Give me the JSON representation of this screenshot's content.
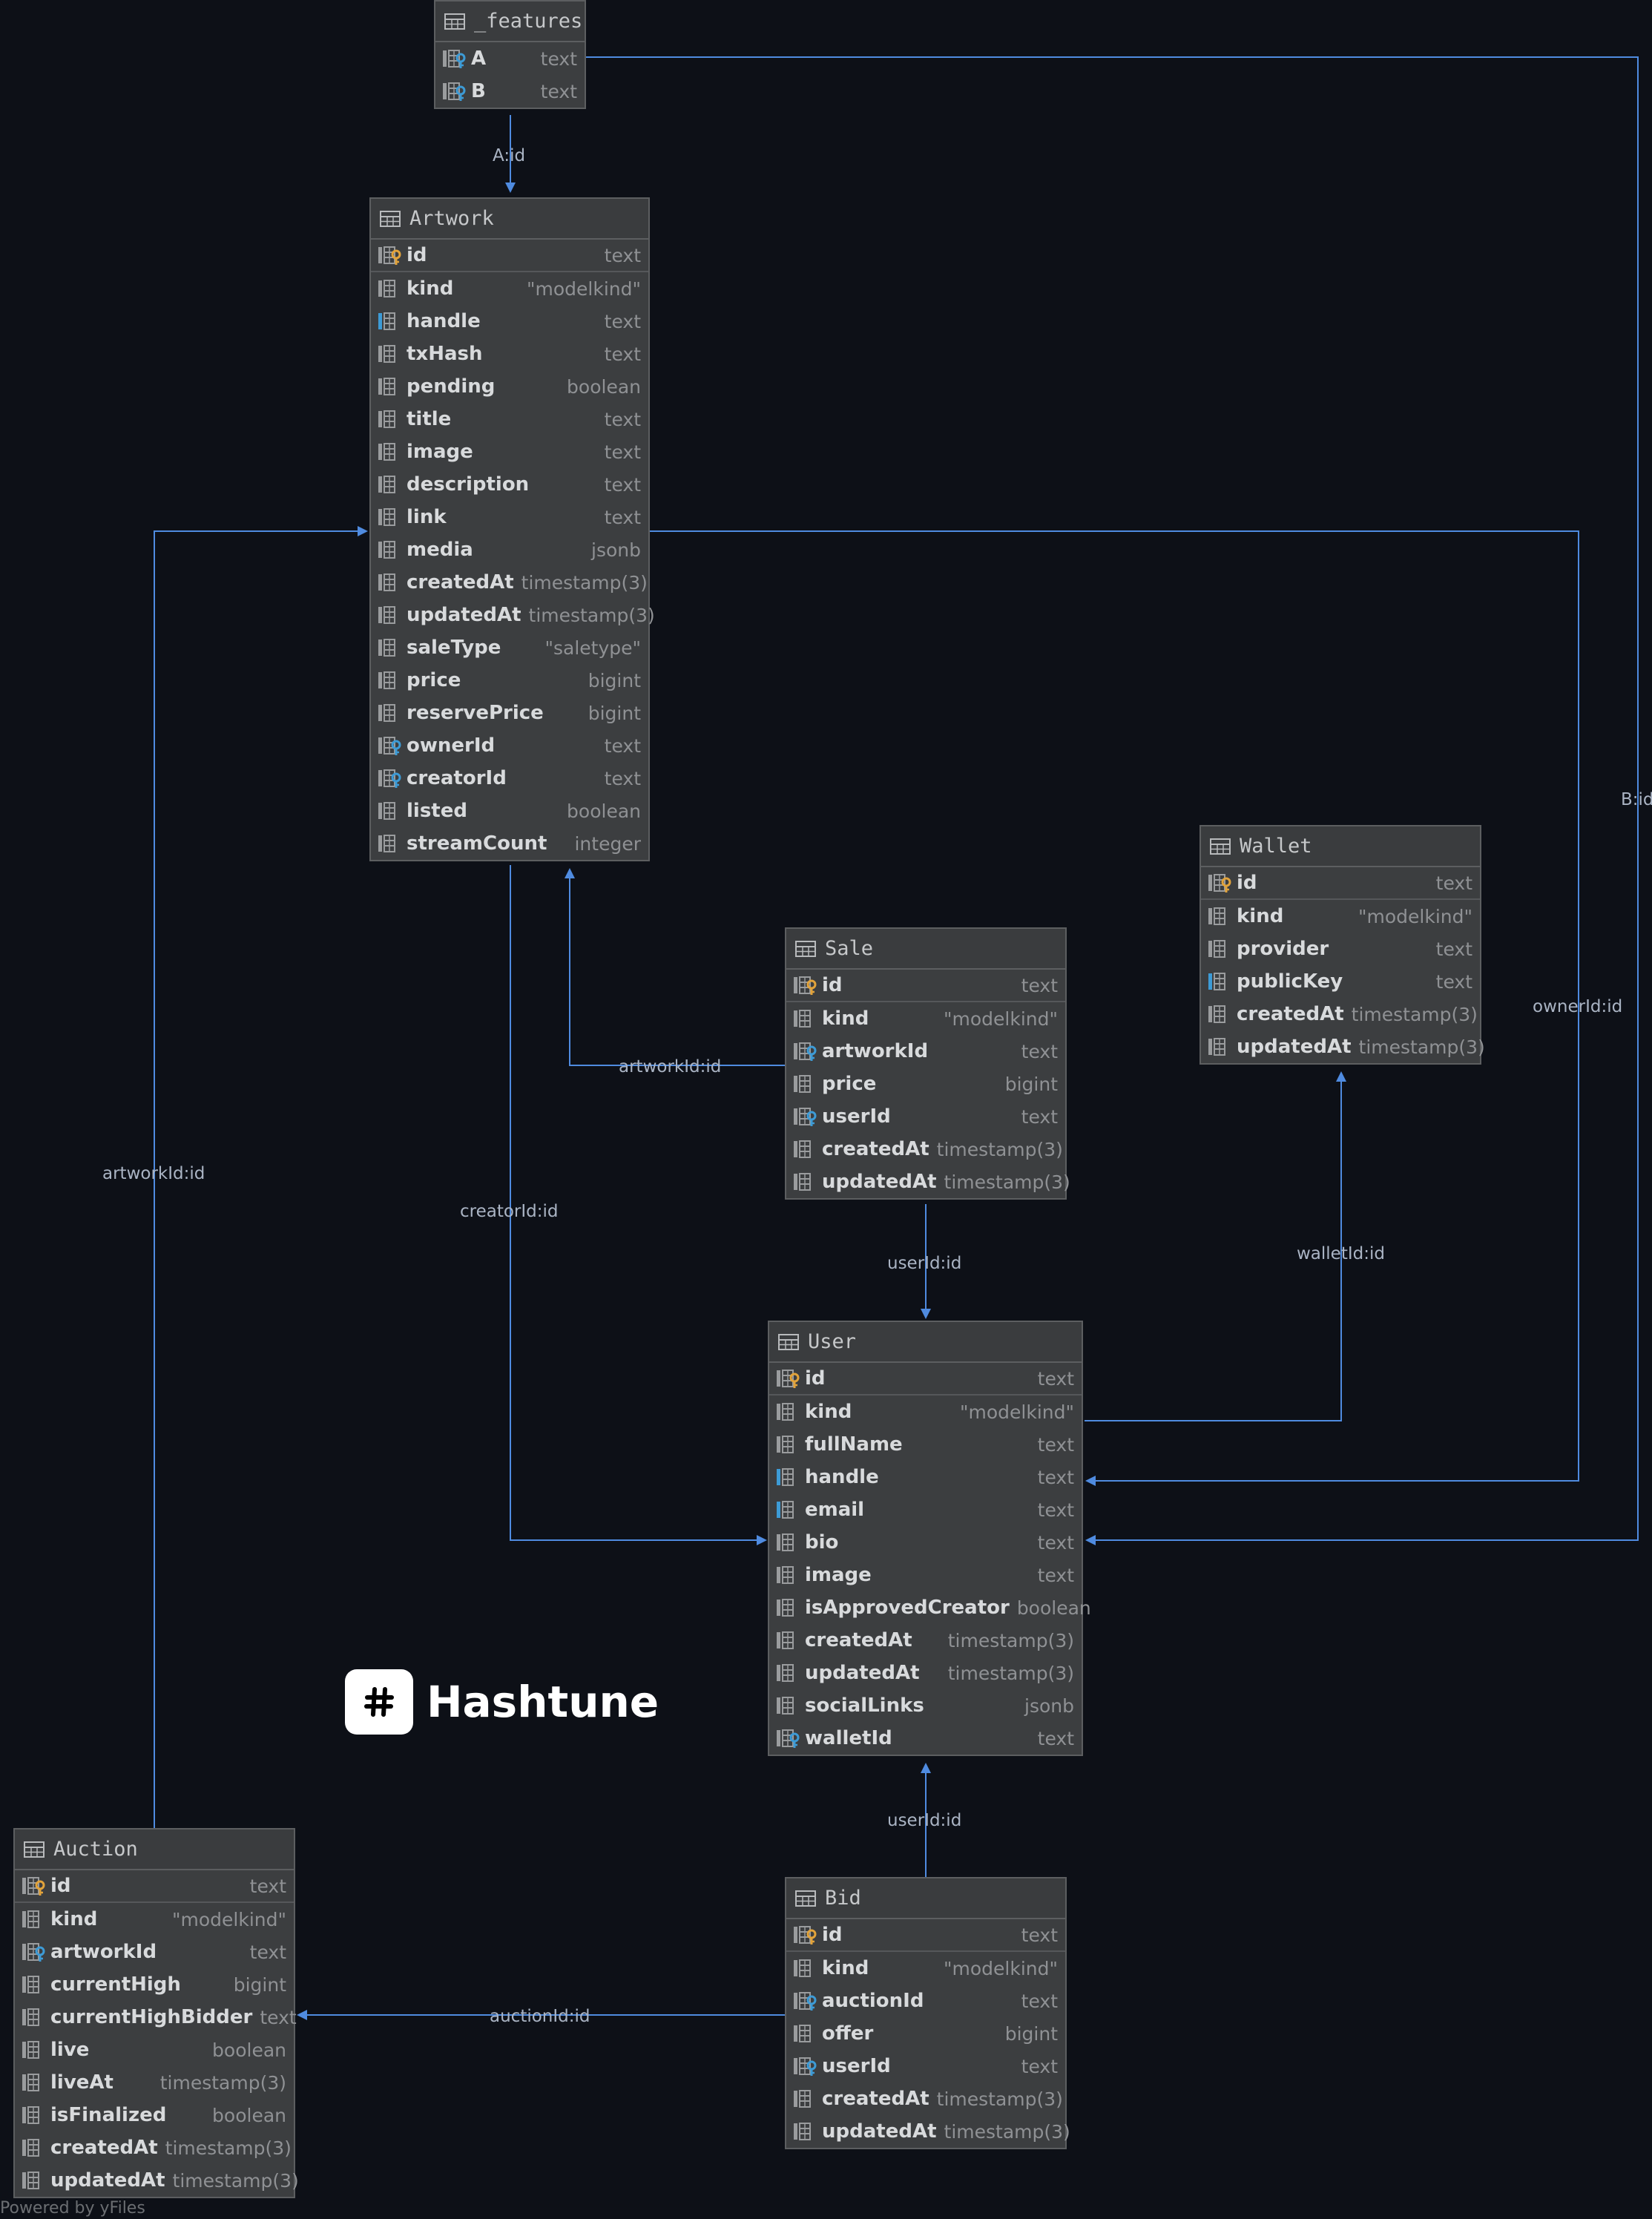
{
  "edge_labels": {
    "features_artwork": "A:id",
    "features_user": "B:id",
    "artwork_user_creator": "creatorId:id",
    "artwork_user_owner": "ownerId:id",
    "sale_artwork": "artworkId:id",
    "sale_user": "userId:id",
    "user_wallet": "walletId:id",
    "auction_artwork": "artworkId:id",
    "bid_user": "userId:id",
    "bid_auction": "auctionId:id"
  },
  "tables": [
    {
      "name": "_features",
      "columns": [
        {
          "name": "A",
          "type": "text",
          "icon": "fk"
        },
        {
          "name": "B",
          "type": "text",
          "icon": "fk"
        }
      ]
    },
    {
      "name": "Artwork",
      "columns": [
        {
          "name": "id",
          "type": "text",
          "icon": "pk"
        },
        {
          "name": "kind",
          "type": "\"modelkind\"",
          "icon": "req"
        },
        {
          "name": "handle",
          "type": "text",
          "icon": "idx"
        },
        {
          "name": "txHash",
          "type": "text",
          "icon": "req"
        },
        {
          "name": "pending",
          "type": "boolean",
          "icon": "req"
        },
        {
          "name": "title",
          "type": "text",
          "icon": "req"
        },
        {
          "name": "image",
          "type": "text",
          "icon": "req"
        },
        {
          "name": "description",
          "type": "text",
          "icon": "req"
        },
        {
          "name": "link",
          "type": "text",
          "icon": "req"
        },
        {
          "name": "media",
          "type": "jsonb",
          "icon": "req"
        },
        {
          "name": "createdAt",
          "type": "timestamp(3)",
          "icon": "req"
        },
        {
          "name": "updatedAt",
          "type": "timestamp(3)",
          "icon": "req"
        },
        {
          "name": "saleType",
          "type": "\"saletype\"",
          "icon": "req"
        },
        {
          "name": "price",
          "type": "bigint",
          "icon": "col"
        },
        {
          "name": "reservePrice",
          "type": "bigint",
          "icon": "col"
        },
        {
          "name": "ownerId",
          "type": "text",
          "icon": "fk"
        },
        {
          "name": "creatorId",
          "type": "text",
          "icon": "fk"
        },
        {
          "name": "listed",
          "type": "boolean",
          "icon": "req"
        },
        {
          "name": "streamCount",
          "type": "integer",
          "icon": "req"
        }
      ]
    },
    {
      "name": "Wallet",
      "columns": [
        {
          "name": "id",
          "type": "text",
          "icon": "pk"
        },
        {
          "name": "kind",
          "type": "\"modelkind\"",
          "icon": "req"
        },
        {
          "name": "provider",
          "type": "text",
          "icon": "req"
        },
        {
          "name": "publicKey",
          "type": "text",
          "icon": "idx"
        },
        {
          "name": "createdAt",
          "type": "timestamp(3)",
          "icon": "req"
        },
        {
          "name": "updatedAt",
          "type": "timestamp(3)",
          "icon": "req"
        }
      ]
    },
    {
      "name": "Sale",
      "columns": [
        {
          "name": "id",
          "type": "text",
          "icon": "pk"
        },
        {
          "name": "kind",
          "type": "\"modelkind\"",
          "icon": "req"
        },
        {
          "name": "artworkId",
          "type": "text",
          "icon": "fk"
        },
        {
          "name": "price",
          "type": "bigint",
          "icon": "req"
        },
        {
          "name": "userId",
          "type": "text",
          "icon": "fk"
        },
        {
          "name": "createdAt",
          "type": "timestamp(3)",
          "icon": "req"
        },
        {
          "name": "updatedAt",
          "type": "timestamp(3)",
          "icon": "req"
        }
      ]
    },
    {
      "name": "User",
      "columns": [
        {
          "name": "id",
          "type": "text",
          "icon": "pk"
        },
        {
          "name": "kind",
          "type": "\"modelkind\"",
          "icon": "req"
        },
        {
          "name": "fullName",
          "type": "text",
          "icon": "req"
        },
        {
          "name": "handle",
          "type": "text",
          "icon": "idx"
        },
        {
          "name": "email",
          "type": "text",
          "icon": "idx"
        },
        {
          "name": "bio",
          "type": "text",
          "icon": "req"
        },
        {
          "name": "image",
          "type": "text",
          "icon": "req"
        },
        {
          "name": "isApprovedCreator",
          "type": "boolean",
          "icon": "req"
        },
        {
          "name": "createdAt",
          "type": "timestamp(3)",
          "icon": "req"
        },
        {
          "name": "updatedAt",
          "type": "timestamp(3)",
          "icon": "req"
        },
        {
          "name": "socialLinks",
          "type": "jsonb",
          "icon": "col"
        },
        {
          "name": "walletId",
          "type": "text",
          "icon": "fk"
        }
      ]
    },
    {
      "name": "Auction",
      "columns": [
        {
          "name": "id",
          "type": "text",
          "icon": "pk"
        },
        {
          "name": "kind",
          "type": "\"modelkind\"",
          "icon": "req"
        },
        {
          "name": "artworkId",
          "type": "text",
          "icon": "fk"
        },
        {
          "name": "currentHigh",
          "type": "bigint",
          "icon": "col"
        },
        {
          "name": "currentHighBidder",
          "type": "text",
          "icon": "col"
        },
        {
          "name": "live",
          "type": "boolean",
          "icon": "req"
        },
        {
          "name": "liveAt",
          "type": "timestamp(3)",
          "icon": "col"
        },
        {
          "name": "isFinalized",
          "type": "boolean",
          "icon": "req"
        },
        {
          "name": "createdAt",
          "type": "timestamp(3)",
          "icon": "req"
        },
        {
          "name": "updatedAt",
          "type": "timestamp(3)",
          "icon": "req"
        }
      ]
    },
    {
      "name": "Bid",
      "columns": [
        {
          "name": "id",
          "type": "text",
          "icon": "pk"
        },
        {
          "name": "kind",
          "type": "\"modelkind\"",
          "icon": "req"
        },
        {
          "name": "auctionId",
          "type": "text",
          "icon": "fk"
        },
        {
          "name": "offer",
          "type": "bigint",
          "icon": "req"
        },
        {
          "name": "userId",
          "type": "text",
          "icon": "fk"
        },
        {
          "name": "createdAt",
          "type": "timestamp(3)",
          "icon": "req"
        },
        {
          "name": "updatedAt",
          "type": "timestamp(3)",
          "icon": "req"
        }
      ]
    }
  ],
  "logo": {
    "text": "Hashtune",
    "mark": "#"
  },
  "footer": "Powered by yFiles",
  "colors": {
    "background": "#0d1017",
    "edge": "#4f8be0",
    "table_bg": "#3c3e40",
    "key_gold": "#e2a33b",
    "key_blue": "#3d9bd6"
  }
}
